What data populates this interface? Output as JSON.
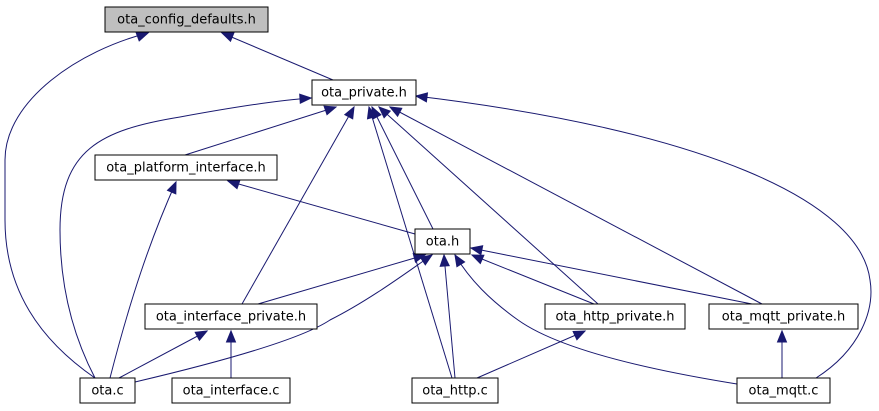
{
  "diagram": {
    "nodes": [
      {
        "id": "ota_config_defaults",
        "label": "ota_config_defaults.h",
        "root": true
      },
      {
        "id": "ota_private",
        "label": "ota_private.h"
      },
      {
        "id": "ota_platform_interface",
        "label": "ota_platform_interface.h"
      },
      {
        "id": "ota_h",
        "label": "ota.h"
      },
      {
        "id": "ota_interface_private",
        "label": "ota_interface_private.h"
      },
      {
        "id": "ota_http_private",
        "label": "ota_http_private.h"
      },
      {
        "id": "ota_mqtt_private",
        "label": "ota_mqtt_private.h"
      },
      {
        "id": "ota_c",
        "label": "ota.c"
      },
      {
        "id": "ota_interface_c",
        "label": "ota_interface.c"
      },
      {
        "id": "ota_http_c",
        "label": "ota_http.c"
      },
      {
        "id": "ota_mqtt_c",
        "label": "ota_mqtt.c"
      }
    ],
    "edges": [
      {
        "from": "ota_private",
        "to": "ota_config_defaults"
      },
      {
        "from": "ota_c",
        "to": "ota_config_defaults"
      },
      {
        "from": "ota_platform_interface",
        "to": "ota_private"
      },
      {
        "from": "ota_c",
        "to": "ota_private"
      },
      {
        "from": "ota_interface_private",
        "to": "ota_private"
      },
      {
        "from": "ota_h",
        "to": "ota_private"
      },
      {
        "from": "ota_http_c",
        "to": "ota_private"
      },
      {
        "from": "ota_http_private",
        "to": "ota_private"
      },
      {
        "from": "ota_mqtt_private",
        "to": "ota_private"
      },
      {
        "from": "ota_mqtt_c",
        "to": "ota_private"
      },
      {
        "from": "ota_h",
        "to": "ota_platform_interface"
      },
      {
        "from": "ota_c",
        "to": "ota_platform_interface"
      },
      {
        "from": "ota_interface_private",
        "to": "ota_h"
      },
      {
        "from": "ota_c",
        "to": "ota_h"
      },
      {
        "from": "ota_http_c",
        "to": "ota_h"
      },
      {
        "from": "ota_mqtt_c",
        "to": "ota_h"
      },
      {
        "from": "ota_http_private",
        "to": "ota_h"
      },
      {
        "from": "ota_mqtt_private",
        "to": "ota_h"
      },
      {
        "from": "ota_c",
        "to": "ota_interface_private"
      },
      {
        "from": "ota_interface_c",
        "to": "ota_interface_private"
      },
      {
        "from": "ota_http_c",
        "to": "ota_http_private"
      },
      {
        "from": "ota_mqtt_c",
        "to": "ota_mqtt_private"
      }
    ]
  }
}
